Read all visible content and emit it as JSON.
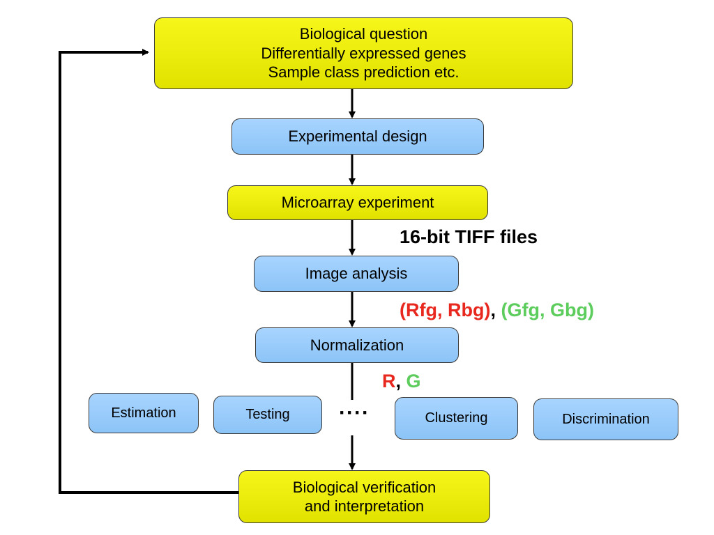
{
  "boxes": {
    "biological_question": {
      "line1": "Biological question",
      "line2": "Differentially expressed genes",
      "line3": "Sample class prediction etc."
    },
    "experimental_design": "Experimental design",
    "microarray_experiment": "Microarray experiment",
    "image_analysis": "Image analysis",
    "normalization": "Normalization",
    "estimation": "Estimation",
    "testing": "Testing",
    "clustering": "Clustering",
    "discrimination": "Discrimination",
    "biological_verification": {
      "line1": "Biological verification",
      "line2": "and interpretation"
    }
  },
  "labels": {
    "tiff": "16-bit TIFF files",
    "rfg_rbg": "(Rfg, Rbg)",
    "comma1": ",",
    "gfg_gbg": "(Gfg, Gbg)",
    "r": "R",
    "comma2": ",",
    "g": "G",
    "ellipsis": "····"
  },
  "colors": {
    "yellow_box": "#eeee10",
    "blue_box": "#9ccdfa",
    "red_text": "#e8281e",
    "green_text": "#5ccd5c"
  }
}
